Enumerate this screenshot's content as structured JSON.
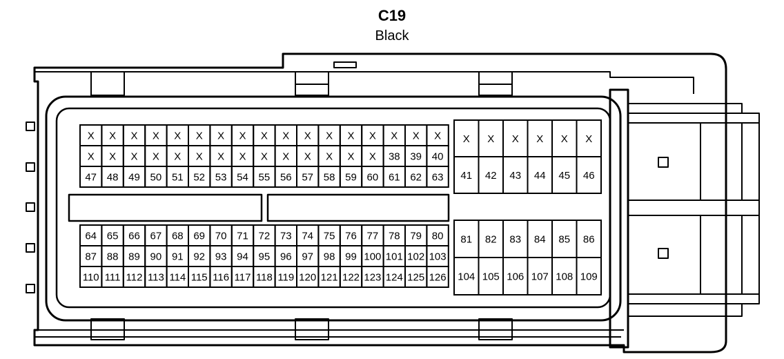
{
  "connector": {
    "name": "C19",
    "color": "Black"
  },
  "left_block": {
    "top_rows": [
      [
        "X",
        "X",
        "X",
        "X",
        "X",
        "X",
        "X",
        "X",
        "X",
        "X",
        "X",
        "X",
        "X",
        "X",
        "X",
        "X",
        "X"
      ],
      [
        "X",
        "X",
        "X",
        "X",
        "X",
        "X",
        "X",
        "X",
        "X",
        "X",
        "X",
        "X",
        "X",
        "X",
        "38",
        "39",
        "40"
      ],
      [
        "47",
        "48",
        "49",
        "50",
        "51",
        "52",
        "53",
        "54",
        "55",
        "56",
        "57",
        "58",
        "59",
        "60",
        "61",
        "62",
        "63"
      ]
    ],
    "bottom_rows": [
      [
        "64",
        "65",
        "66",
        "67",
        "68",
        "69",
        "70",
        "71",
        "72",
        "73",
        "74",
        "75",
        "76",
        "77",
        "78",
        "79",
        "80"
      ],
      [
        "87",
        "88",
        "89",
        "90",
        "91",
        "92",
        "93",
        "94",
        "95",
        "96",
        "97",
        "98",
        "99",
        "100",
        "101",
        "102",
        "103"
      ],
      [
        "110",
        "111",
        "112",
        "113",
        "114",
        "115",
        "116",
        "117",
        "118",
        "119",
        "120",
        "121",
        "122",
        "123",
        "124",
        "125",
        "126"
      ]
    ]
  },
  "right_block": {
    "top_rows": [
      [
        "X",
        "X",
        "X",
        "X",
        "X",
        "X"
      ],
      [
        "41",
        "42",
        "43",
        "44",
        "45",
        "46"
      ]
    ],
    "bottom_rows": [
      [
        "81",
        "82",
        "83",
        "84",
        "85",
        "86"
      ],
      [
        "104",
        "105",
        "106",
        "107",
        "108",
        "109"
      ]
    ]
  }
}
